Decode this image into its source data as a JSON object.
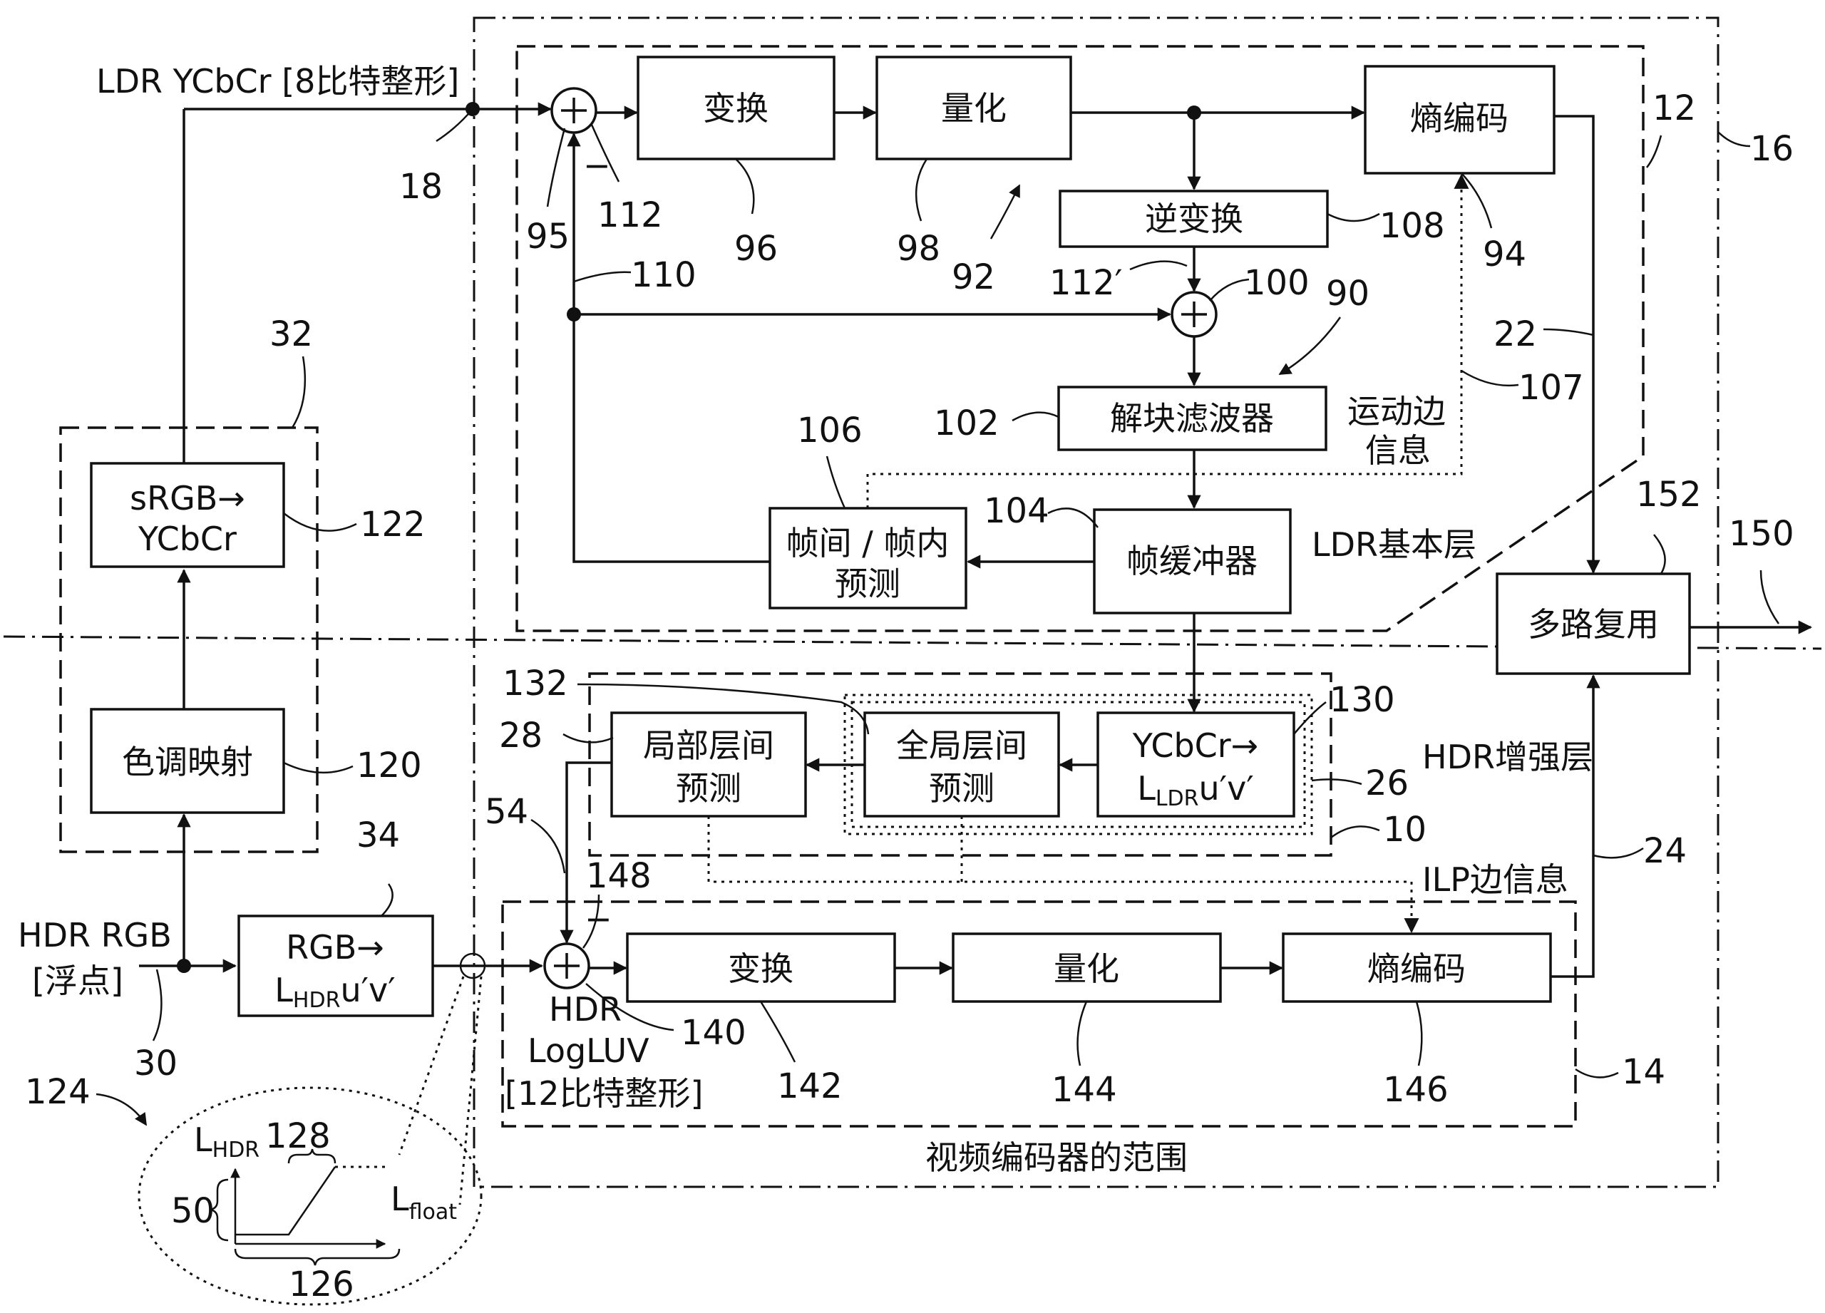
{
  "blocks": {
    "transform_top": "变换",
    "quantize_top": "量化",
    "entropy_top": "熵编码",
    "inverse_transform": "逆变换",
    "deblocking_filter": "解块滤波器",
    "frame_buffer": "帧缓冲器",
    "inter_intra_line1": "帧间 / 帧内",
    "inter_intra_line2": "预测",
    "srgb_line1": "sRGB→",
    "srgb_line2": "YCbCr",
    "tone_mapping": "色调映射",
    "rgb_luv_line1": "RGB→",
    "rgb_luv_line2_main": "L",
    "rgb_luv_line2_sub": "HDR",
    "rgb_luv_line2_tail": "u′v′",
    "multiplex": "多路复用",
    "local_ilp_line1": "局部层间",
    "local_ilp_line2": "预测",
    "global_ilp_line1": "全局层间",
    "global_ilp_line2": "预测",
    "ycbcr_luv_line1": "YCbCr→",
    "ycbcr_luv_line2_main": "L",
    "ycbcr_luv_line2_sub": "LDR",
    "ycbcr_luv_line2_tail": "u′v′",
    "transform_bottom": "变换",
    "quantize_bottom": "量化",
    "entropy_bottom": "熵编码"
  },
  "labels": {
    "ldr_input": "LDR YCbCr [8比特整形]",
    "motion_side_line1": "运动边",
    "motion_side_line2": "信息",
    "ldr_base_layer": "LDR基本层",
    "hdr_enhancement_layer": "HDR增强层",
    "ilp_side_info": "ILP边信息",
    "hdr_rgb_line1": "HDR RGB",
    "hdr_rgb_line2": "[浮点]",
    "hdr_logluv_line1": "HDR",
    "hdr_logluv_line2": "LogLUV",
    "hdr_logluv_line3": "[12比特整形]",
    "encoder_scope": "视频编码器的范围",
    "minus_top": "−",
    "minus_bottom": "−",
    "plus": "+",
    "inset_y_main": "L",
    "inset_y_sub": "HDR",
    "inset_x_main": "L",
    "inset_x_sub": "float"
  },
  "ref_numbers": {
    "n10": "10",
    "n12": "12",
    "n14": "14",
    "n16": "16",
    "n18": "18",
    "n22": "22",
    "n24": "24",
    "n26": "26",
    "n28": "28",
    "n30": "30",
    "n32": "32",
    "n34": "34",
    "n50": "50",
    "n54": "54",
    "n90": "90",
    "n92": "92",
    "n94": "94",
    "n95": "95",
    "n96": "96",
    "n98": "98",
    "n100": "100",
    "n102": "102",
    "n104": "104",
    "n106": "106",
    "n107": "107",
    "n108": "108",
    "n110": "110",
    "n112": "112",
    "n112p": "112′",
    "n120": "120",
    "n122": "122",
    "n124": "124",
    "n126": "126",
    "n128": "128",
    "n130": "130",
    "n132": "132",
    "n140": "140",
    "n142": "142",
    "n144": "144",
    "n146": "146",
    "n148": "148",
    "n150": "150",
    "n152": "152"
  }
}
